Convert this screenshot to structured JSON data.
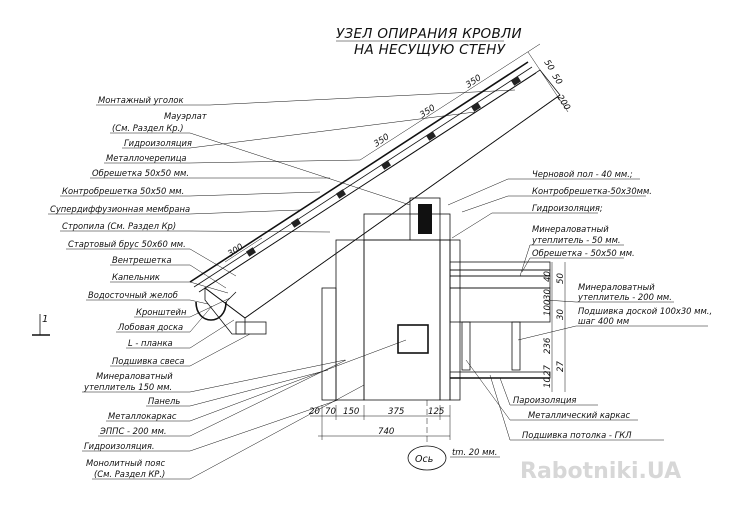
{
  "title": {
    "line1": "УЗЕЛ ОПИРАНИЯ КРОВЛИ",
    "line2": "НА НЕСУЩУЮ СТЕНУ"
  },
  "left_labels": [
    "Монтажный уголок",
    "Мауэрлат",
    "(См. Раздел Кр.)",
    "Гидроизоляция",
    "Металлочерепица",
    "Обрешетка 50х50 мм.",
    "Контробрешетка 50х50 мм.",
    "Супердиффузионная мембрана",
    "Стропила (См. Раздел Кр)",
    "Стартовый брус 50х60 мм.",
    "Вентрешетка",
    "Капельник",
    "Водосточный желоб",
    "Кронштейн",
    "Лобовая доска",
    "L - планка",
    "Подшивка свеса",
    "Минераловатный",
    "утеплитель 150 мм.",
    "Панель",
    "Металлокаркас",
    "ЭППС - 200 мм.",
    "Гидроизоляция.",
    "Монолитный пояс",
    "(См. Раздел КР.)"
  ],
  "right_labels": [
    "Черновой пол - 40 мм.;",
    "Контробрешетка-50х30мм.",
    "Гидроизоляция;",
    "Минераловатный",
    "утеплитель - 50 мм.",
    "Обрешетка - 50х50 мм.",
    "Минераловатный",
    "утеплитель - 200 мм.",
    "Подшивка доской 100х30 мм.,",
    "шаг 400 мм",
    "Пароизоляция",
    "Металлический каркас",
    "Подшивка потолка - ГКЛ"
  ],
  "dimensions": {
    "roof": [
      "350",
      "350",
      "350",
      "300"
    ],
    "top_right": [
      "50",
      "50",
      "200"
    ],
    "bottom": [
      "20",
      "70",
      "150",
      "375",
      "125"
    ],
    "total": "740",
    "right_vertical": [
      "40",
      "50",
      "30",
      "100",
      "30",
      "236",
      "27",
      "10"
    ],
    "axis": "Ось",
    "tm": "tm. 20 мм."
  },
  "section_mark": "1",
  "watermark": "Rabotniki.UA"
}
